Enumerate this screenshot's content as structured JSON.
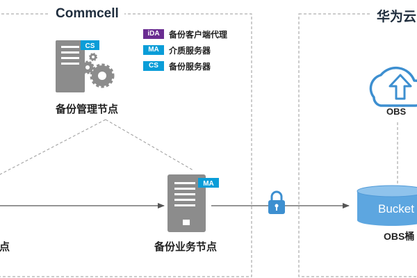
{
  "regions": {
    "commcell_title": "Commcell",
    "cloud_title": "华为云"
  },
  "legend": [
    {
      "badge": "iDA",
      "text": "备份客户端代理",
      "color": "#6a2c91"
    },
    {
      "badge": "MA",
      "text": "介质服务器",
      "color": "#0a9dd8"
    },
    {
      "badge": "CS",
      "text": "备份服务器",
      "color": "#0a9dd8"
    }
  ],
  "nodes": {
    "management": {
      "label": "备份管理节点",
      "badge": "CS"
    },
    "business": {
      "label": "备份业务节点",
      "badge": "MA"
    },
    "client_partial": {
      "label": "节点"
    },
    "obs": {
      "label": "OBS"
    },
    "bucket": {
      "label": "OBS桶",
      "inner": "Bucket"
    }
  },
  "colors": {
    "accent_blue": "#0a9dd8",
    "server_gray": "#8c8c8c",
    "cloud_blue": "#3d8fd0",
    "bucket_blue": "#5da6e0",
    "ida_purple": "#6a2c91"
  }
}
